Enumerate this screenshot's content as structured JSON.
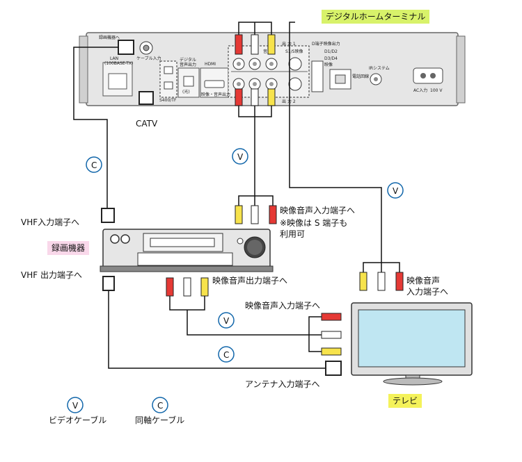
{
  "devices": {
    "terminal_label": "デジタルホームターミナル",
    "recorder_label": "録画機器",
    "tv_label": "テレビ"
  },
  "terminal_panel": {
    "rf_out": "録画機器へ",
    "lan": "LAN",
    "lan_sub": "(100BASE-TX)",
    "cable_in": "ケーブル入力",
    "digital_audio": "デジタル",
    "digital_audio2": "音声出力",
    "optical": "(光)",
    "i_link": "S400/TF",
    "hdmi": "HDMI",
    "hdmi_sub": "映像・音声出力",
    "out1": "出 力 1",
    "audio": "音声",
    "s_video": "S1/S映像",
    "d_out": "D端子映像出力",
    "d1": "D1/D2",
    "d3": "D3/D4",
    "video": "映像",
    "out2": "出 力 2",
    "phone": "電話回線",
    "ir": "IRシステム",
    "ac": "AC入力",
    "ac_v": "100 V"
  },
  "labels": {
    "catv": "CATV",
    "vhf_in": "VHF入力端子へ",
    "vhf_out": "VHF 出力端子へ",
    "rec_av_in": "映像音声入力端子へ",
    "rec_note1": "※映像は S 端子も",
    "rec_note2": "利用可",
    "rec_av_out": "映像音声出力端子へ",
    "tv_av_in_left": "映像音声入力端子へ",
    "tv_av_in1": "映像音声",
    "tv_av_in2": "入力端子へ",
    "antenna_in": "アンテナ入力端子へ"
  },
  "legend": {
    "video_icon": "V",
    "video_label": "ビデオケーブル",
    "coax_icon": "C",
    "coax_label": "同軸ケーブル"
  },
  "cable_badges": {
    "v": "V",
    "c": "C"
  }
}
